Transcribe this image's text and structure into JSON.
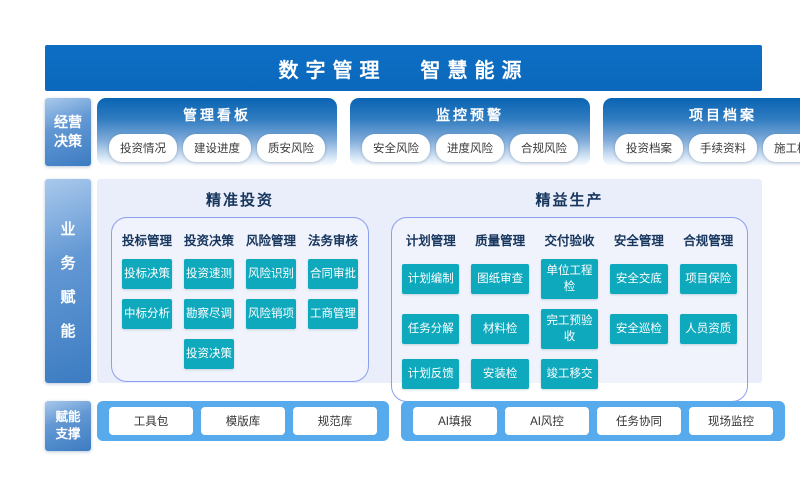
{
  "banner": {
    "title_left": "数字管理",
    "title_right": "智慧能源"
  },
  "colors": {
    "banner_blue": "#0b68bc",
    "panel_gradient_top": "#0a64b3",
    "sidebar_blue": "#3c7cc2",
    "teal_button": "#0fa9bd",
    "bar_blue": "#57aaec",
    "big_panel_bg": "#e9eefa",
    "box_border": "#8b9ff0",
    "header_navy": "#17365d"
  },
  "row1": {
    "sidebar_lines": [
      "经营",
      "决策"
    ],
    "panels": [
      {
        "title": "管理看板",
        "chips": [
          "投资情况",
          "建设进度",
          "质安风险"
        ]
      },
      {
        "title": "监控预警",
        "chips": [
          "安全风险",
          "进度风险",
          "合规风险"
        ]
      },
      {
        "title": "项目档案",
        "chips": [
          "投资档案",
          "手续资料",
          "施工档案"
        ]
      }
    ]
  },
  "row2": {
    "sidebar_chars": [
      "业",
      "务",
      "赋",
      "能"
    ],
    "sections": [
      {
        "title": "精准投资",
        "columns": [
          {
            "header": "投标管理",
            "items": [
              "投标决策",
              "中标分析"
            ]
          },
          {
            "header": "投资决策",
            "items": [
              "投资速测",
              "勘察尽调",
              "投资决策"
            ]
          },
          {
            "header": "风险管理",
            "items": [
              "风险识别",
              "风险销项"
            ]
          },
          {
            "header": "法务审核",
            "items": [
              "合同审批",
              "工商管理"
            ]
          }
        ]
      },
      {
        "title": "精益生产",
        "columns": [
          {
            "header": "计划管理",
            "items": [
              "计划编制",
              "任务分解",
              "计划反馈"
            ]
          },
          {
            "header": "质量管理",
            "items": [
              "图纸审查",
              "材料检",
              "安装检"
            ]
          },
          {
            "header": "交付验收",
            "items": [
              "单位工程检",
              "完工预验收",
              "竣工移交"
            ]
          },
          {
            "header": "安全管理",
            "items": [
              "安全交底",
              "安全巡检"
            ]
          },
          {
            "header": "合规管理",
            "items": [
              "项目保险",
              "人员资质"
            ]
          }
        ]
      }
    ]
  },
  "row3": {
    "sidebar_lines": [
      "赋能",
      "支撑"
    ],
    "groups": [
      {
        "chips": [
          "工具包",
          "模版库",
          "规范库"
        ]
      },
      {
        "chips": [
          "AI填报",
          "AI风控",
          "任务协同",
          "现场监控"
        ]
      }
    ]
  }
}
